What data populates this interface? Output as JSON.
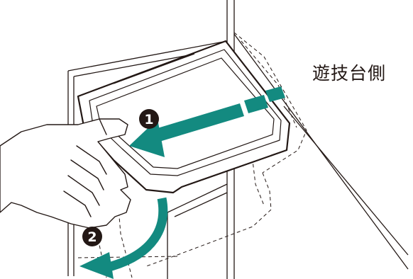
{
  "label": {
    "side_text": "遊技台側"
  },
  "steps": [
    {
      "number": "1"
    },
    {
      "number": "2"
    }
  ],
  "colors": {
    "arrow": "#138a80",
    "line": "#231815",
    "badge": "#231815"
  }
}
